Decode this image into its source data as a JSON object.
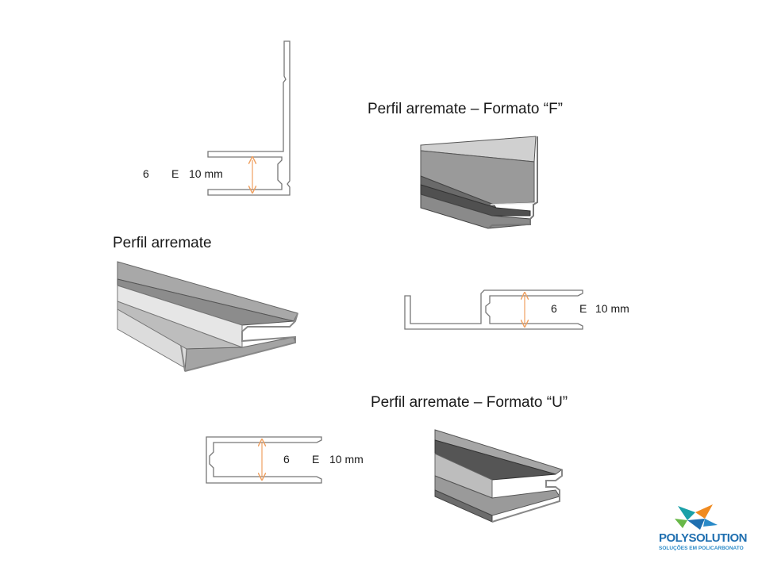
{
  "slide": {
    "titles": {
      "formato_f": "Perfil arremate – Formato “F”",
      "arremate": "Perfil arremate",
      "formato_u": "Perfil arremate – Formato “U”"
    },
    "dimension_labels": {
      "from": "6",
      "sep": "E",
      "to": "10 mm"
    },
    "colors": {
      "arrow": "#f0a060",
      "outline": "#777777",
      "profile_light": "#c8c8c8",
      "profile_mid": "#a0a0a0",
      "profile_dark": "#606060"
    }
  },
  "logo": {
    "name": "POLYSOLUTION",
    "tagline": "SOLUÇÕES EM POLICARBONATO",
    "icon": "polysolution-star-logo"
  }
}
